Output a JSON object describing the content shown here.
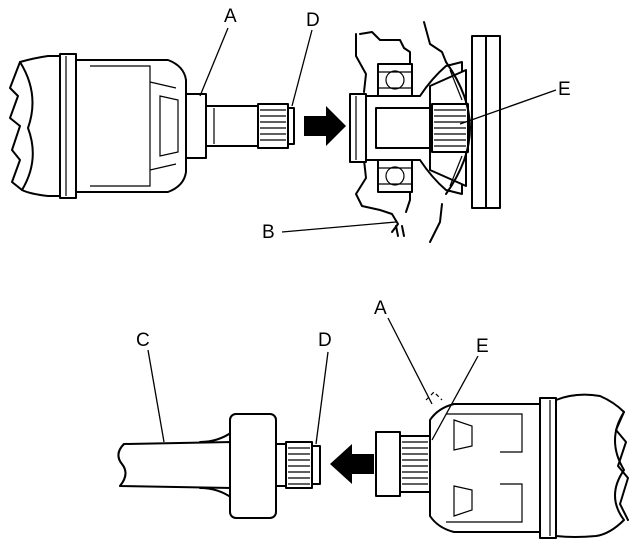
{
  "labels": {
    "top_a": "A",
    "top_d": "D",
    "top_e": "E",
    "top_b": "B",
    "bottom_c": "C",
    "bottom_d": "D",
    "bottom_a": "A",
    "bottom_e": "E"
  },
  "colors": {
    "line": "#000000",
    "background": "#ffffff"
  },
  "icons": {
    "install_arrow": "arrow-right-icon",
    "remove_arrow": "arrow-left-icon"
  }
}
